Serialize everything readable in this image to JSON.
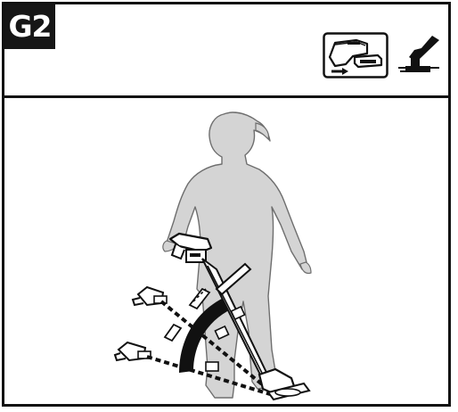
{
  "header": {
    "step_label": "G2"
  },
  "icons": {
    "battery_removed": "battery-removed-icon",
    "operating_tool": "trimmer-tool-icon"
  },
  "illustration": {
    "subject": "operator-tilting-string-trimmer",
    "motion_indicator": "curved-arc"
  },
  "colors": {
    "ink": "#111111",
    "figure_fill": "#d4d4d4",
    "figure_outline": "#6e6e6e",
    "badge_bg": "#161616",
    "badge_text": "#ffffff"
  }
}
